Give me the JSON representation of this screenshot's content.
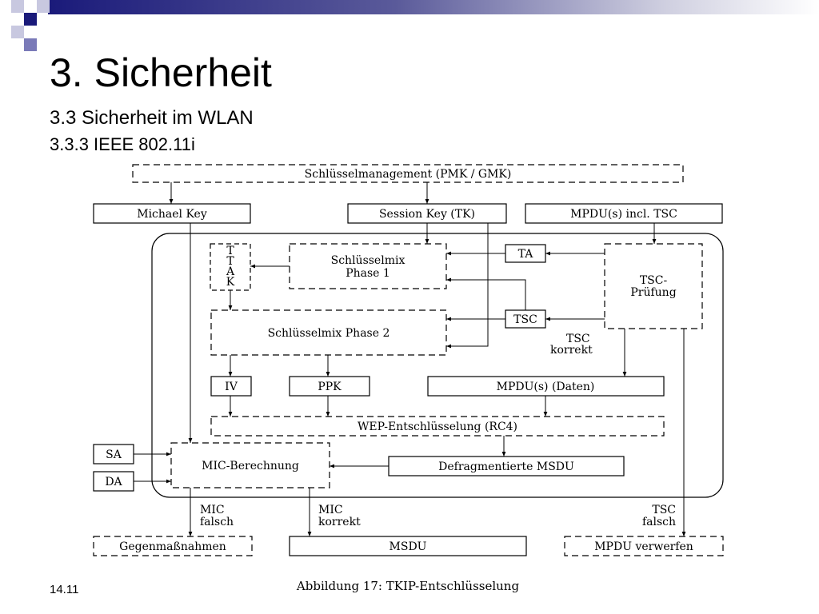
{
  "slide": {
    "title": "3. Sicherheit",
    "subtitle_section": "3.3   Sicherheit im WLAN",
    "subtitle_subsection": "3.3.3 IEEE 802.11i",
    "page_number": "14.11",
    "colors": {
      "accent_dark": "#1a1a7a",
      "accent_mid": "#7a7ab8",
      "accent_light": "#c8c8e0"
    }
  },
  "diagram": {
    "caption": "Abbildung 17: TKIP-Entschlüsselung",
    "boxes": {
      "schluesselmanagement": "Schlüsselmanagement (PMK / GMK)",
      "michael_key": "Michael Key",
      "session_key": "Session Key (TK)",
      "mpdu_incl_tsc": "MPDU(s) incl. TSC",
      "ttak": [
        "T",
        "T",
        "A",
        "K"
      ],
      "schluesselmix_phase1": [
        "Schlüsselmix",
        "Phase 1"
      ],
      "ta": "TA",
      "tsc_pruefung": [
        "TSC-",
        "Prüfung"
      ],
      "tsc": "TSC",
      "schluesselmix_phase2": "Schlüsselmix Phase 2",
      "iv": "IV",
      "ppk": "PPK",
      "mpdu_daten": "MPDU(s) (Daten)",
      "wep_entschluesselung": "WEP-Entschlüsselung (RC4)",
      "sa": "SA",
      "da": "DA",
      "mic_berechnung": "MIC-Berechnung",
      "defragmentierte_msdu": "Defragmentierte MSDU",
      "gegenmassnahmen": "Gegenmaßnahmen",
      "msdu": "MSDU",
      "mpdu_verwerfen": "MPDU verwerfen"
    },
    "labels": {
      "tsc_korrekt": [
        "TSC",
        "korrekt"
      ],
      "mic_falsch": [
        "MIC",
        "falsch"
      ],
      "mic_korrekt": [
        "MIC",
        "korrekt"
      ],
      "tsc_falsch": [
        "TSC",
        "falsch"
      ]
    }
  }
}
